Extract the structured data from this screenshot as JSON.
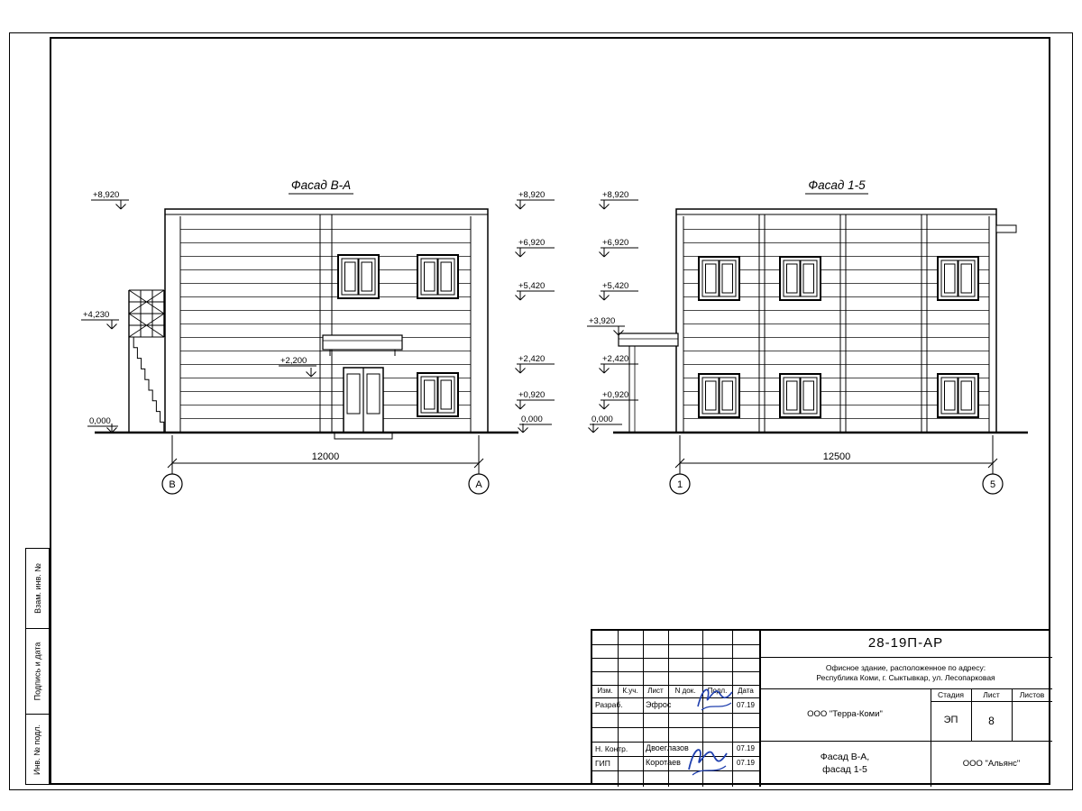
{
  "drawing": {
    "facade_left": {
      "title": "Фасад В-А",
      "marks_left": [
        "+8,920",
        "+4,230",
        "0,000"
      ],
      "marks_right": [
        "+8,920",
        "+6,920",
        "+5,420",
        "+2,420",
        "+0,920",
        "0,000"
      ],
      "canopy_mark": "+2,200",
      "dimension": "12000",
      "axis_left": "В",
      "axis_right": "А"
    },
    "facade_right": {
      "title": "Фасад 1-5",
      "marks": [
        "+8,920",
        "+6,920",
        "+5,420",
        "+3,920",
        "+2,420",
        "+0,920",
        "0,000"
      ],
      "dimension": "12500",
      "axis_left": "1",
      "axis_right": "5"
    }
  },
  "titleblock": {
    "doc_number": "28-19П-АР",
    "description": [
      "Офисное здание, расположенное по адресу:",
      "Республика Коми, г. Сыктывкар, ул. Лесопарковая"
    ],
    "client": "ООО \"Терра-Коми\"",
    "contractor": "ООО \"Альянс\"",
    "sheet_name": [
      "Фасад В-А,",
      "фасад 1-5"
    ],
    "stage_label": "Стадия",
    "list_label": "Лист",
    "lists_label": "Листов",
    "stage": "ЭП",
    "list_no": "8",
    "header": [
      "Изм.",
      "К.уч.",
      "Лист",
      "N док.",
      "Подл.",
      "Дата"
    ],
    "rows": [
      {
        "role": "Разраб.",
        "name": "Эфрос",
        "date": "07.19"
      },
      {
        "role": "Н. Контр.",
        "name": "Двоеглазов",
        "date": "07.19"
      },
      {
        "role": "ГИП",
        "name": "Коротаев",
        "date": "07.19"
      }
    ]
  },
  "side_labels": [
    "Взам. инв. №",
    "Подпись и дата",
    "Инв. № подл."
  ]
}
